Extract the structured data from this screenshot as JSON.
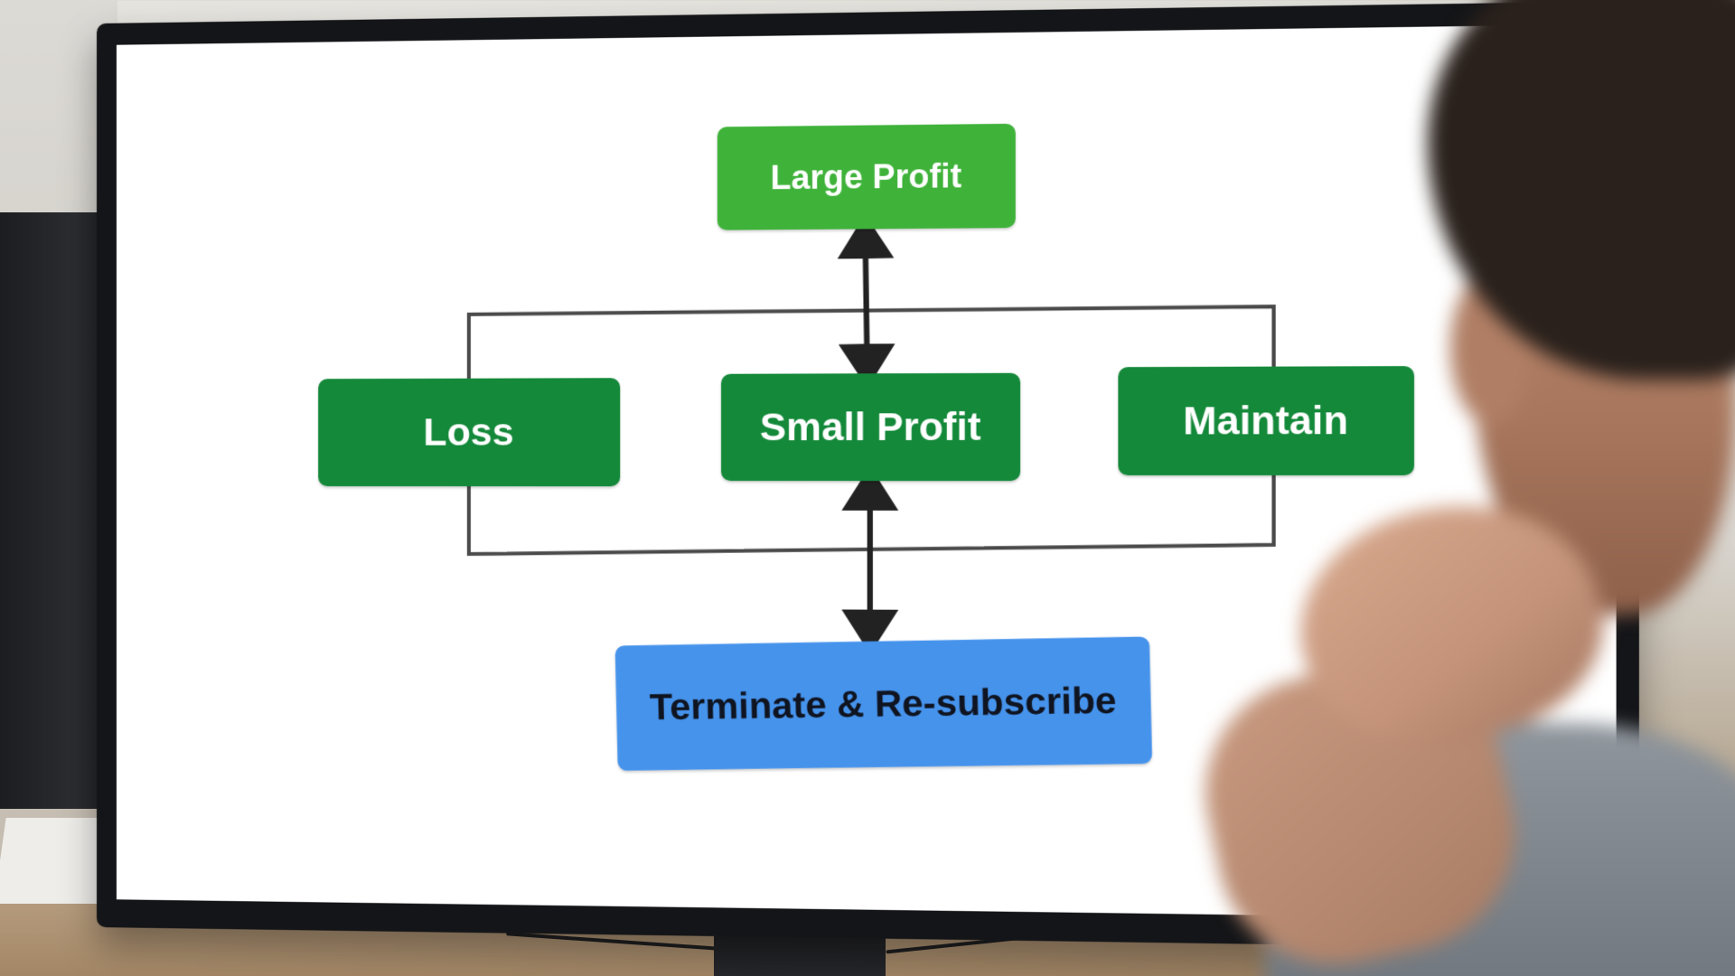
{
  "diagram": {
    "nodes": {
      "top": "Large Profit",
      "left": "Loss",
      "middle": "Small Profit",
      "right": "Maintain",
      "bottom": "Terminate & Re-subscribe"
    },
    "colors": {
      "light_green": "#3fb23a",
      "dark_green": "#14893a",
      "blue": "#4693ec",
      "connector": "#4a4a4a",
      "arrow": "#222222"
    }
  }
}
